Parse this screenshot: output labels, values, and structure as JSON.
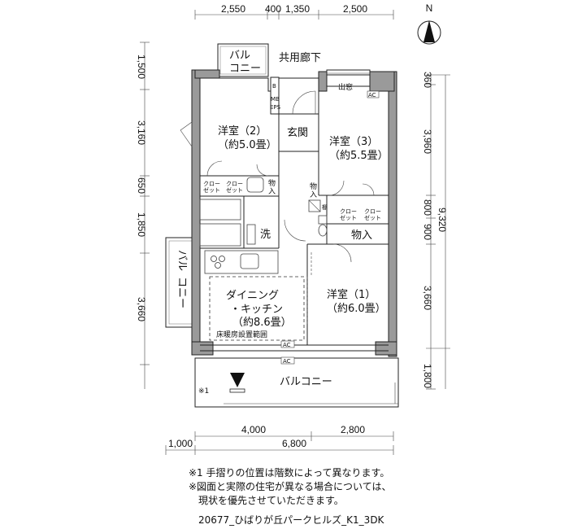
{
  "dims_top": [
    "2,550",
    "400",
    "1,350",
    "2,500"
  ],
  "dims_left": [
    "1,500",
    "3,160",
    "650",
    "1,850",
    "3,660"
  ],
  "dims_right_inner": [
    "360",
    "3,960",
    "800",
    "900",
    "3,660",
    "1,800"
  ],
  "dims_right_total": "9,320",
  "dims_bottom_row1": [
    "4,000",
    "2,800"
  ],
  "dims_bottom_row2": [
    "1,000",
    "6,800"
  ],
  "compass": "N",
  "rooms": {
    "corridor": "共用廊下",
    "balcony_top_1": "バル",
    "balcony_top_2": "コニー",
    "mb": "MB",
    "eps": "EPS",
    "b": "B",
    "bay_window": "出窓",
    "western2": "洋室（2）",
    "western2_area": "（約5.0畳）",
    "genkan": "玄関",
    "western3": "洋室（3）",
    "western3_area": "（約5.5畳）",
    "closet_1a": "クロー",
    "closet_1b": "ゼット",
    "closet_2a": "クロー",
    "closet_2b": "ゼット",
    "closet_3a": "クロー",
    "closet_3b": "ゼット",
    "closet_4a": "クロー",
    "closet_4b": "ゼット",
    "storage_1a": "物",
    "storage_1b": "入",
    "storage_2a": "物",
    "storage_2b": "入",
    "storage_3": "物入",
    "shoe": "棚",
    "wash": "洗",
    "balcony_side_1": "バル",
    "balcony_side_2": "コニー",
    "dining1": "ダイニング",
    "dining2": "・キッチン",
    "dining_area": "（約8.6畳）",
    "floor_heating": "床暖房設置範囲",
    "western1": "洋室（1）",
    "western1_area": "（約6.0畳）",
    "ac1": "AC",
    "ac2": "AC",
    "ac3": "AC",
    "balcony_bottom": "バルコニー",
    "mark1": "※1"
  },
  "notes": [
    "※1 手摺りの位置は階数によって異なります。",
    "※図面と実際の住宅が異なる場合については、",
    "　現状を優先させていただきます。"
  ],
  "file_name": "20677_ひばりが丘パークヒルズ_K1_3DK"
}
